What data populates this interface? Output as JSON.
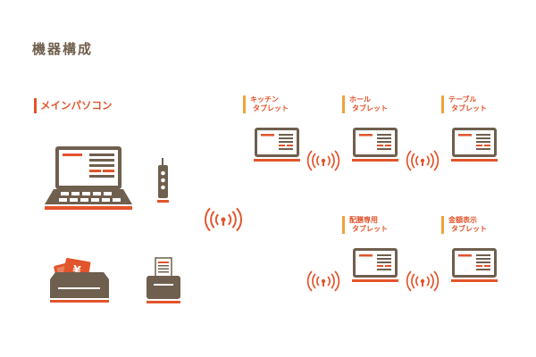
{
  "title": "機器構成",
  "main_section": {
    "label": "メインパソコン"
  },
  "tablets": [
    {
      "line1": "キッチン",
      "line2": "タブレット"
    },
    {
      "line1": "ホール",
      "line2": "タブレット"
    },
    {
      "line1": "テーブル",
      "line2": "タブレット"
    },
    {
      "line1": "配膳専用",
      "line2": "タブレット"
    },
    {
      "line1": "金額表示",
      "line2": "タブレット"
    }
  ],
  "icons": {
    "laptop": "laptop-icon",
    "handheld": "handheld-terminal-icon",
    "cash_drawer": "cash-drawer-icon",
    "receipt_printer": "receipt-printer-icon",
    "wireless": "wireless-signal-icon",
    "currency_symbol": "¥"
  },
  "colors": {
    "brown": "#6f5f4e",
    "orange_red": "#e2542b",
    "amber": "#f0a23a"
  }
}
